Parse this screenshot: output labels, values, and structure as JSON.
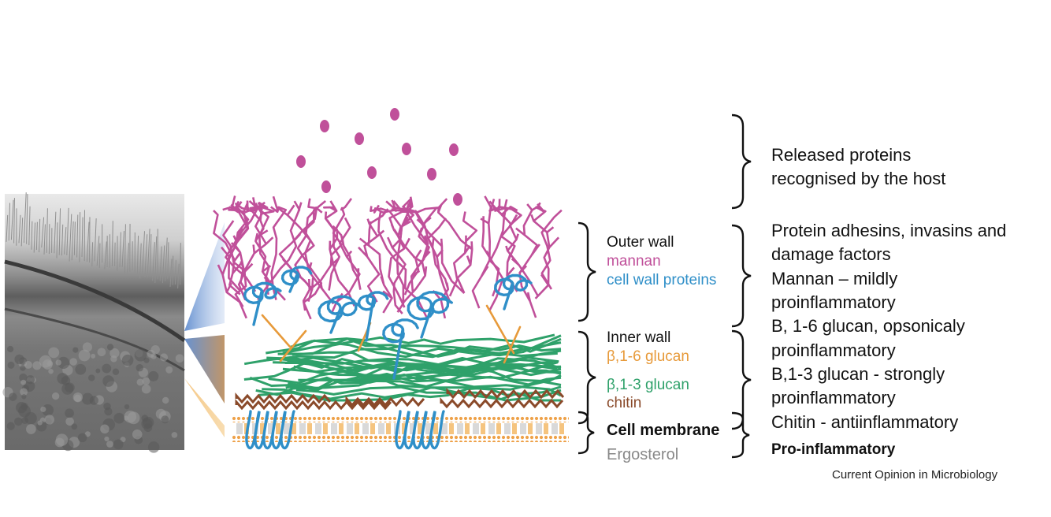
{
  "layers": {
    "outer_wall": "Outer wall",
    "mannan": "mannan",
    "cell_wall_proteins": "cell wall proteins",
    "inner_wall": "Inner wall",
    "beta16": "β,1-6 glucan",
    "beta13": "β,1-3 glucan",
    "chitin": "chitin",
    "cell_membrane": "Cell membrane",
    "ergosterol": "Ergosterol"
  },
  "descriptions": {
    "released_1": "Released proteins",
    "released_2": "recognised by the host",
    "adhesins_1": "Protein adhesins, invasins and",
    "adhesins_2": "damage factors",
    "mannan_1": "Mannan – mildly",
    "mannan_2": "proinflammatory",
    "b16_1": "B, 1-6 glucan, opsonicaly",
    "b16_2": "proinflammatory",
    "b13_1": "B,1-3 glucan  - strongly",
    "b13_2": "proinflammatory",
    "chitin": "Chitin - antiinflammatory",
    "ergosterol": "Pro-inflammatory"
  },
  "credit": "Current Opinion in Microbiology",
  "colors": {
    "mannan": "#c0509a",
    "proteins": "#2f8fc8",
    "beta16": "#e79a3a",
    "beta13": "#2fa16a",
    "chitin": "#8a4a2a",
    "membrane": "#f2b25a",
    "ergosterol": "#888888"
  }
}
